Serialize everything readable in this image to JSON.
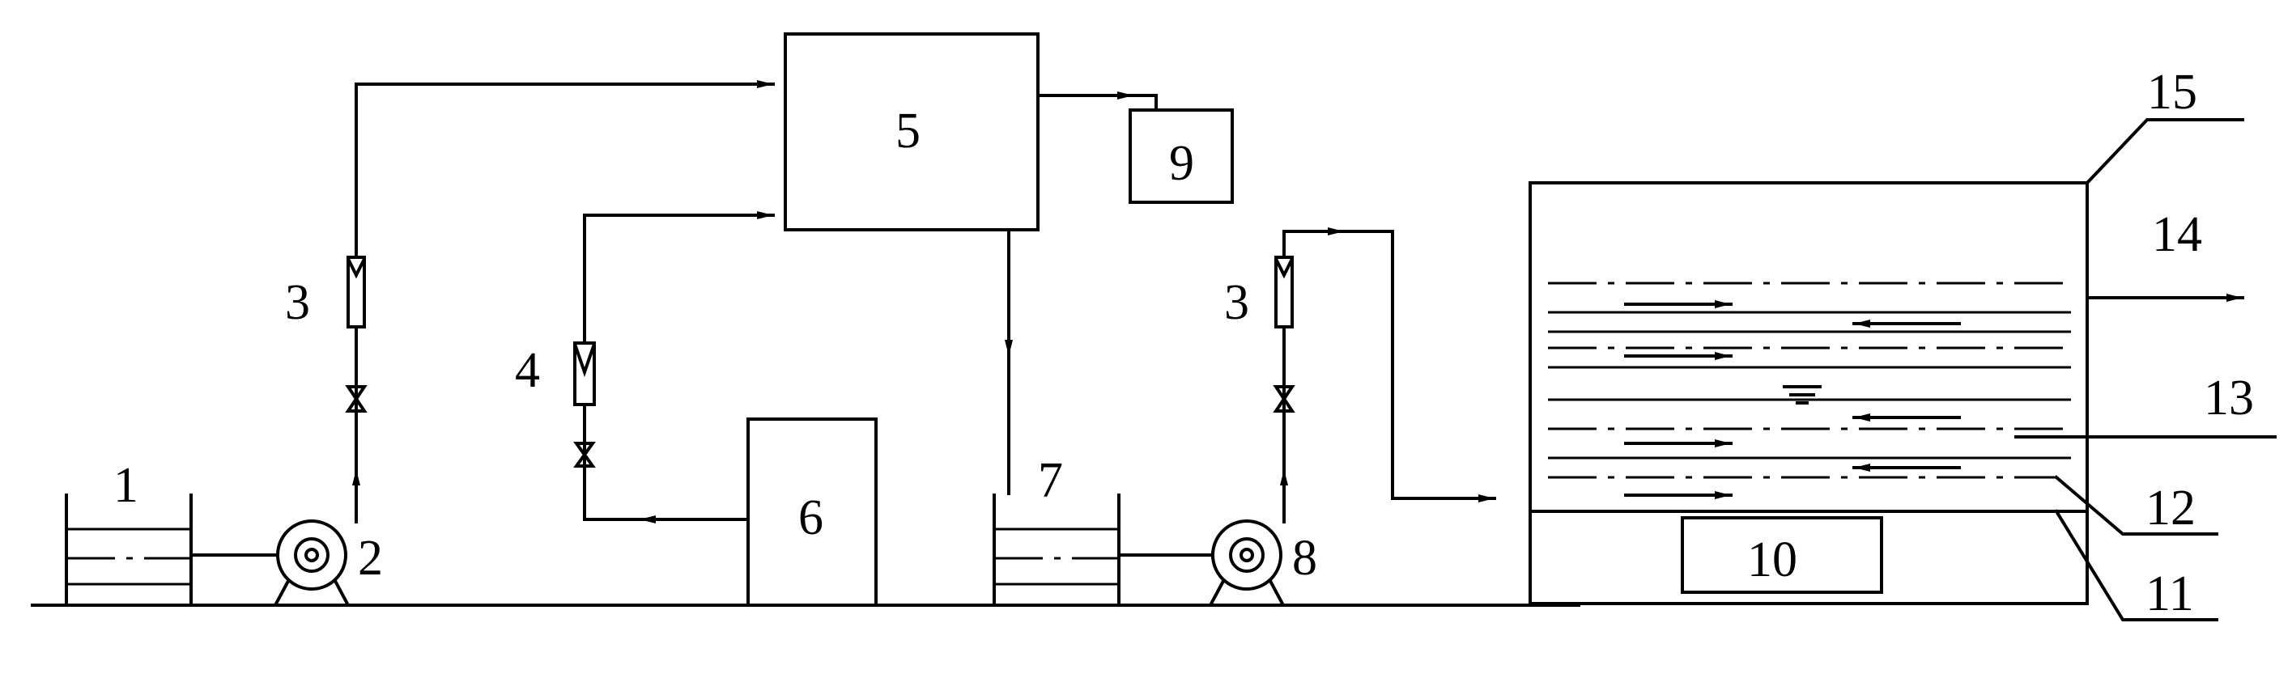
{
  "labels": {
    "l1": "1",
    "l2": "2",
    "l3a": "3",
    "l3b": "3",
    "l4": "4",
    "l5": "5",
    "l6": "6",
    "l7": "7",
    "l8": "8",
    "l9": "9",
    "l10": "10",
    "l11": "11",
    "l12": "12",
    "l13": "13",
    "l14": "14",
    "l15": "15"
  }
}
